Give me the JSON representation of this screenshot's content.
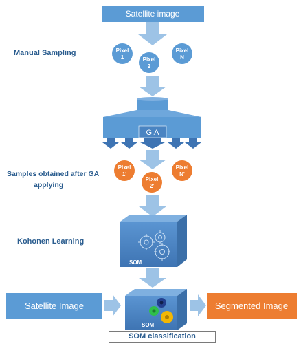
{
  "nodes": {
    "top_box": "Satellite image",
    "manual_sampling": "Manual Sampling",
    "pixels_blue": [
      {
        "line1": "Pixel",
        "line2": "1"
      },
      {
        "line1": "Pixel",
        "line2": "2"
      },
      {
        "line1": "Pixel",
        "line2": "N"
      }
    ],
    "ga_label": "G.A",
    "samples_after_ga_line1": "Samples obtained after GA",
    "samples_after_ga_line2": "applying",
    "pixels_orange": [
      {
        "line1": "Pixel",
        "line2": "1'"
      },
      {
        "line1": "Pixel",
        "line2": "2'"
      },
      {
        "line1": "Pixel",
        "line2": "N'"
      }
    ],
    "kohonen_learning": "Kohonen Learning",
    "som_cube_label": "SOM",
    "som_cube2_label": "SOM",
    "left_box": "Satellite Image",
    "right_box": "Segmented Image",
    "classification": "SOM classification"
  },
  "colors": {
    "blue_box": "#5b9bd5",
    "arrow": "#9dc3e6",
    "orange": "#ed7d31",
    "label_text": "#2b5d8f",
    "cube_front": "#4f86c6",
    "cube_top": "#7fb0e0",
    "cube_side": "#3b6fa8"
  }
}
